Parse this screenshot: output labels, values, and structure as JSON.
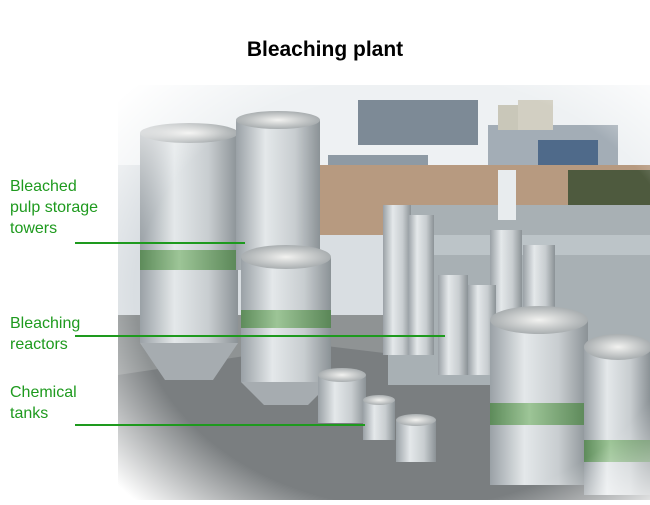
{
  "title": "Bleaching plant",
  "labels": {
    "storage_towers": "Bleached\npulp storage\ntowers",
    "reactors": "Bleaching\nreactors",
    "chemical_tanks": "Chemical\ntanks"
  },
  "colors": {
    "label_green": "#1e9a1e",
    "tank_body": "#c3c8cc",
    "tank_band": "#7fae7a",
    "sky": "#e6ebef",
    "ground": "#8a8e8f"
  }
}
